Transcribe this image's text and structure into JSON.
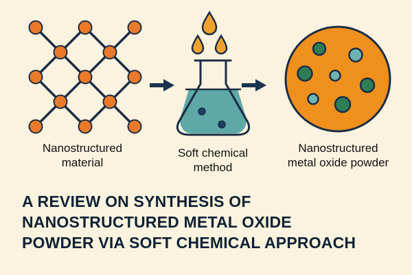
{
  "colors": {
    "background": "#fbf3df",
    "node_orange": "#ea7a2a",
    "bond_navy": "#1b2d45",
    "arrow_navy": "#1a3350",
    "liquid_teal": "#5ea9a7",
    "drop_orange": "#f0a230",
    "particle_green": "#2f7d57",
    "particle_teal": "#6fb3b1",
    "powder_orange": "#f0901c"
  },
  "icons": [
    "nanostructure-lattice-icon",
    "erlenmeyer-flask-icon",
    "droplet-icon",
    "powder-particle-icon",
    "arrow-right-icon"
  ],
  "steps": [
    {
      "label": "Nanostructured\nmaterial"
    },
    {
      "label": "Soft chemical\nmethod"
    },
    {
      "label": "Nanostructured\nmetal oxide powder"
    }
  ],
  "title": "A REVIEW ON SYNTHESIS OF\nNANOSTRUCTURED METAL OXIDE\nPOWDER VIA SOFT CHEMICAL APPROACH"
}
